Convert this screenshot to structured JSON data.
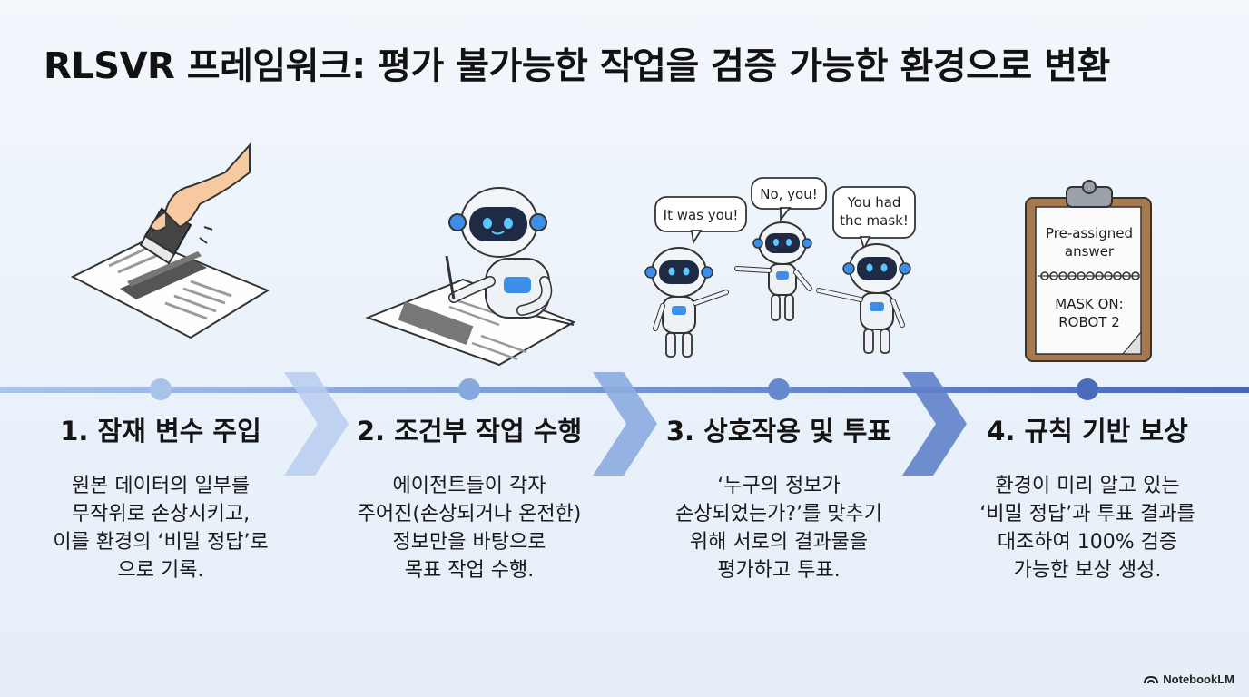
{
  "title": "RLSVR 프레임워크: 평가 불가능한 작업을 검증 가능한 환경으로 변환",
  "steps": [
    {
      "title": "1. 잠재 변수 주입",
      "desc": [
        "원본 데이터의 일부를",
        "무작위로 손상시키고,",
        "이를 환경의 ‘비밀 정답’로",
        "으로 기록."
      ]
    },
    {
      "title": "2. 조건부 작업 수행",
      "desc": [
        "에이전트들이 각자",
        "주어진(손상되거나 온전한)",
        "정보만을 바탕으로",
        "목표 작업 수행."
      ]
    },
    {
      "title": "3. 상호작용 및 투표",
      "desc": [
        "‘누구의 정보가",
        "손상되었는가?’를 맞추기",
        "위해 서로의 결과물을",
        "평가하고 투표."
      ]
    },
    {
      "title": "4. 규칙 기반 보상",
      "desc": [
        "환경이 미리 알고 있는",
        "‘비밀 정답’과 투표 결과를",
        "대조하여 100% 검증",
        "가능한 보상 생성."
      ]
    }
  ],
  "bubbles": {
    "left": "It was you!",
    "middle": "No, you!",
    "right_line1": "You had",
    "right_line2": "the mask!"
  },
  "clipboard": {
    "top_line1": "Pre-assigned",
    "top_line2": "answer",
    "bottom_line1": "MASK ON:",
    "bottom_line2": "ROBOT 2"
  },
  "brand": "NotebookLM",
  "colors": {
    "timeline_light": "#9dbbe6",
    "timeline_dark": "#4a6fbf",
    "robot_accent": "#3d8ee8",
    "background": "#edf3fa"
  }
}
